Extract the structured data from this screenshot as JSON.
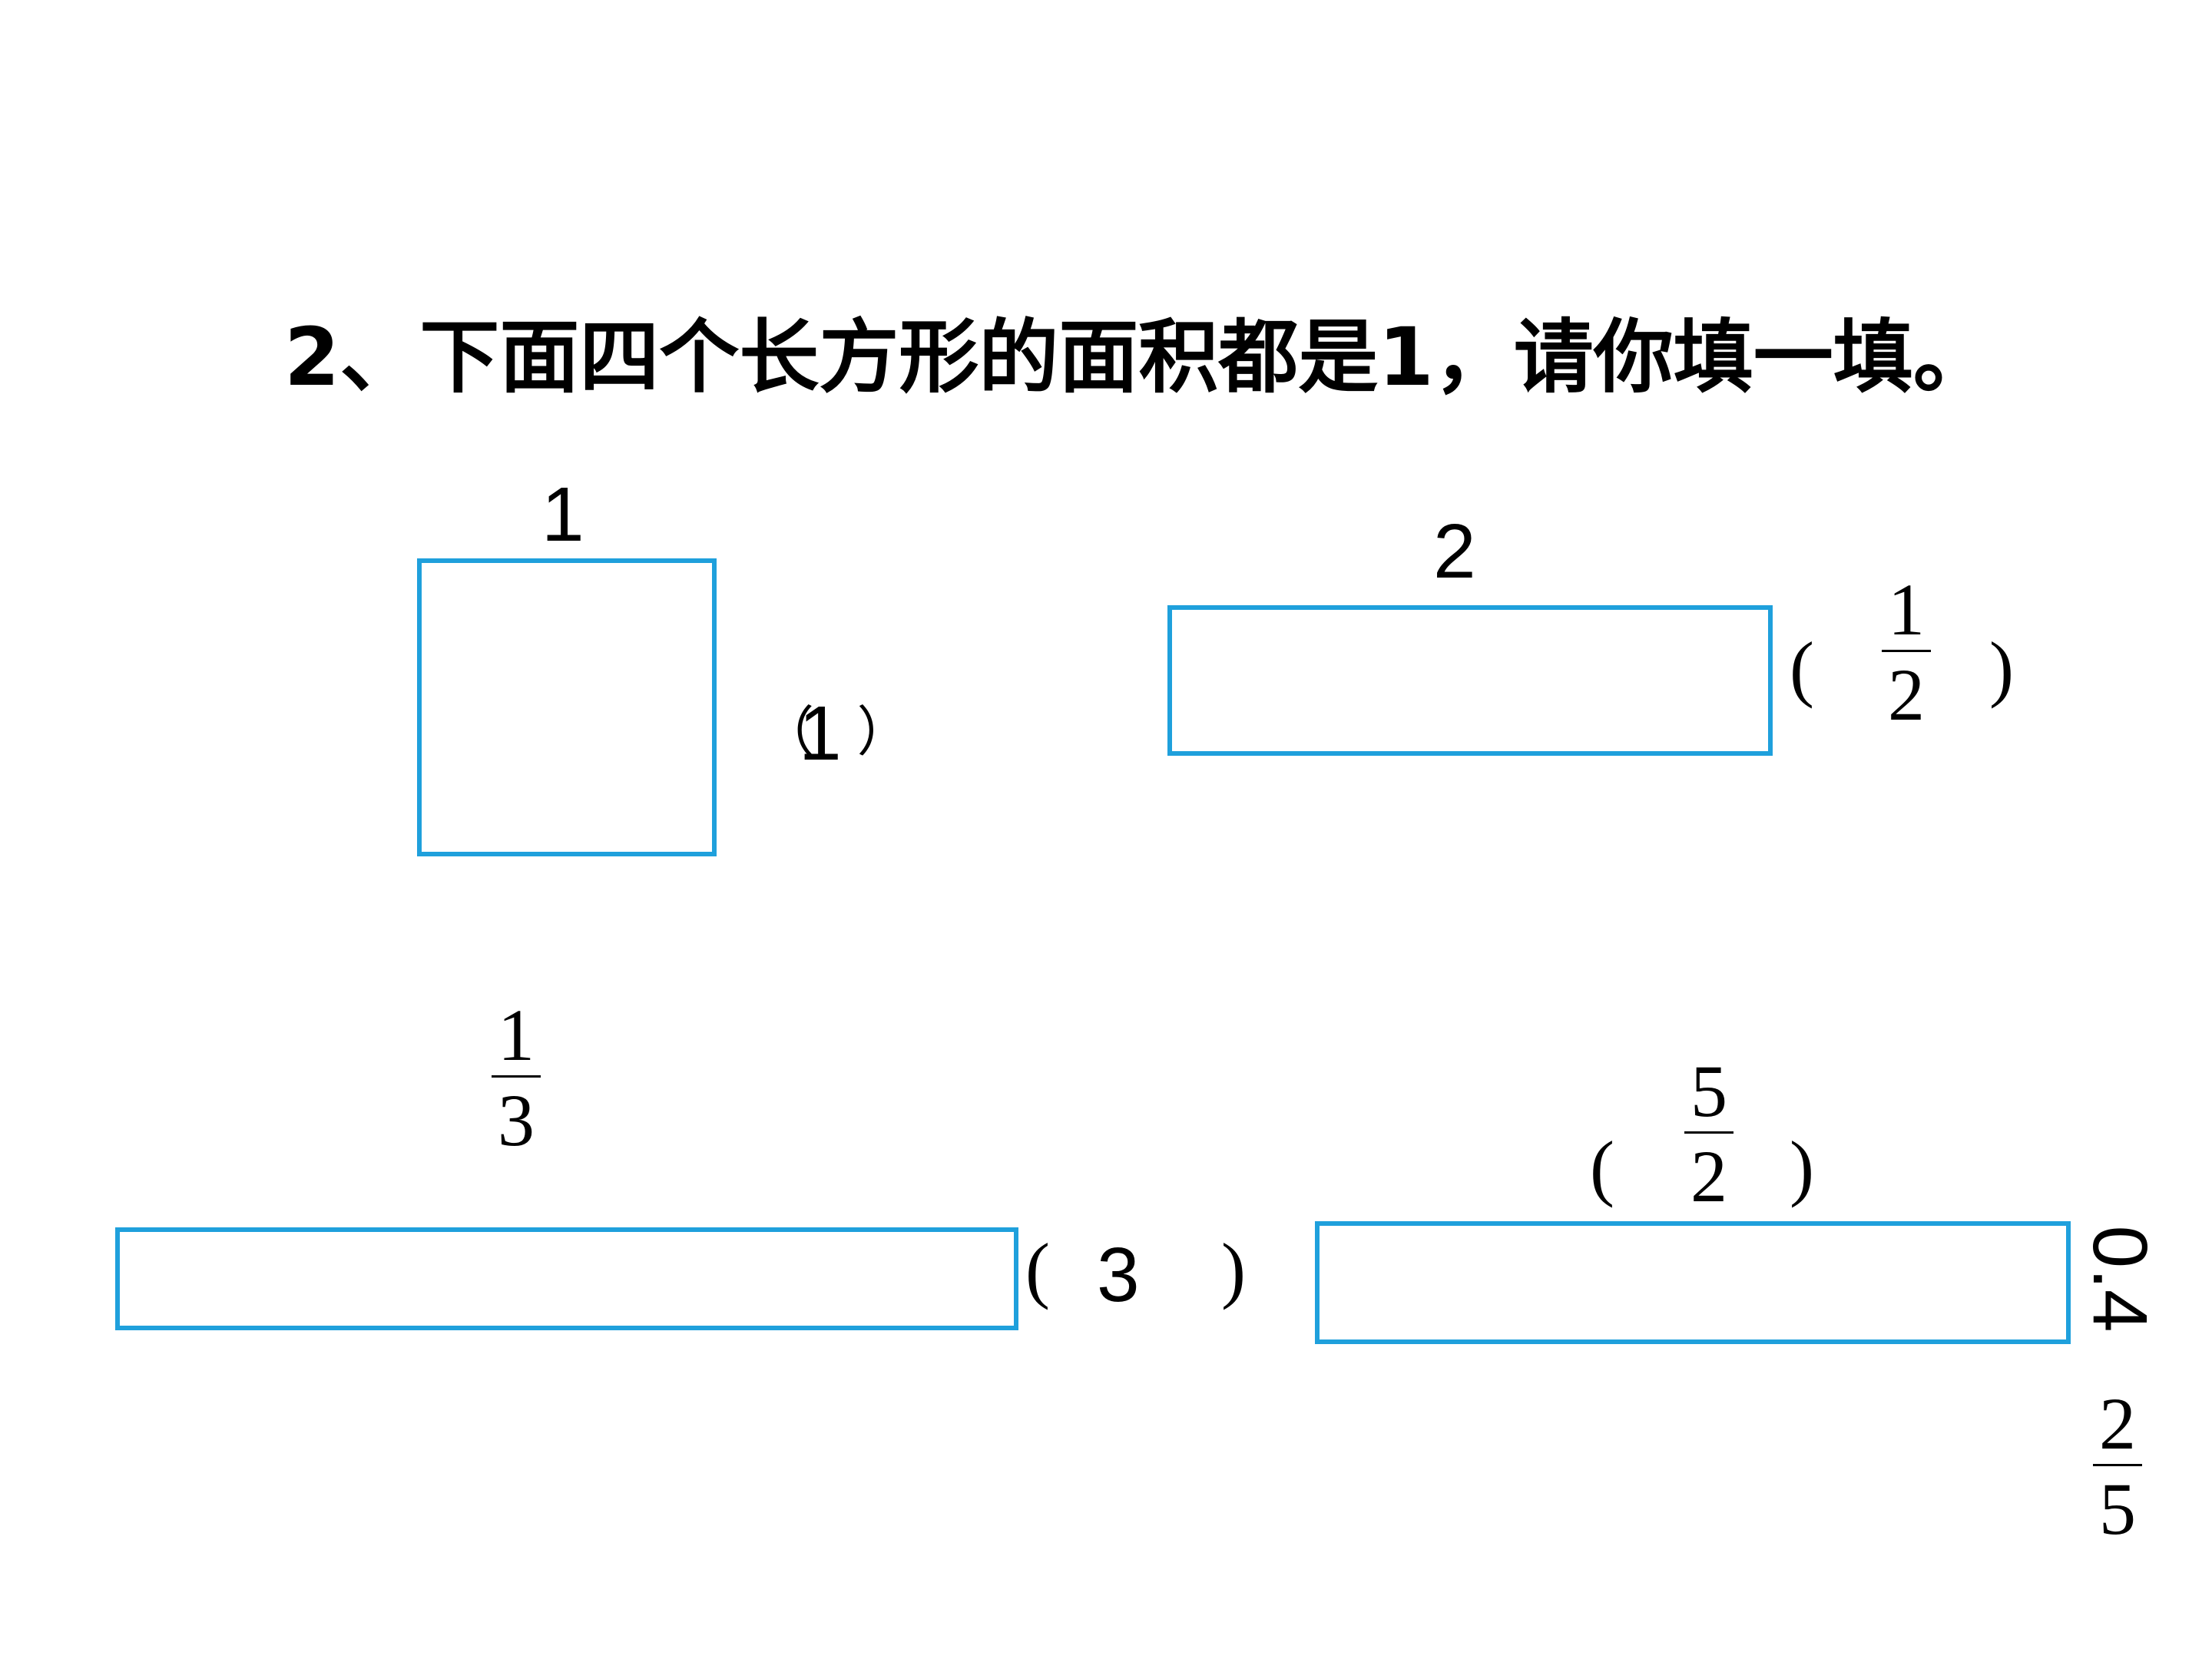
{
  "title": "2、下面四个长方形的面积都是1，请你填一填。",
  "shapes": {
    "rect1": {
      "top_label": "1",
      "answer": "1"
    },
    "rect2": {
      "top_label": "2",
      "answer": {
        "num": "1",
        "den": "2"
      }
    },
    "rect3": {
      "top_label": {
        "num": "1",
        "den": "3"
      },
      "answer": "3"
    },
    "rect4": {
      "top_answer": {
        "num": "5",
        "den": "2"
      },
      "side_label": "0.4",
      "side_fraction": {
        "num": "2",
        "den": "5"
      }
    }
  },
  "parens": {
    "open": "（",
    "close": "）",
    "open_ascii": "(",
    "close_ascii": ")"
  },
  "colors": {
    "rect_border": "#1fa0dc"
  }
}
